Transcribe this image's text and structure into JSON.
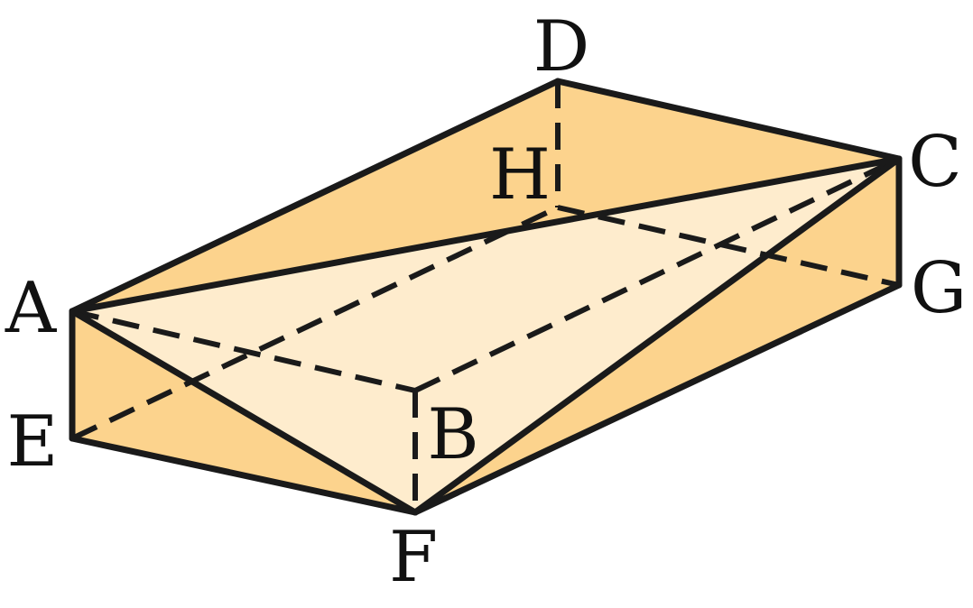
{
  "vertices": {
    "A": {
      "label": "A"
    },
    "B": {
      "label": "B"
    },
    "C": {
      "label": "C"
    },
    "D": {
      "label": "D"
    },
    "E": {
      "label": "E"
    },
    "F": {
      "label": "F"
    },
    "G": {
      "label": "G"
    },
    "H": {
      "label": "H"
    }
  },
  "colors": {
    "face_dark": "#FCD38D",
    "face_light": "#FEECCD",
    "edge": "#1A1A1A"
  }
}
